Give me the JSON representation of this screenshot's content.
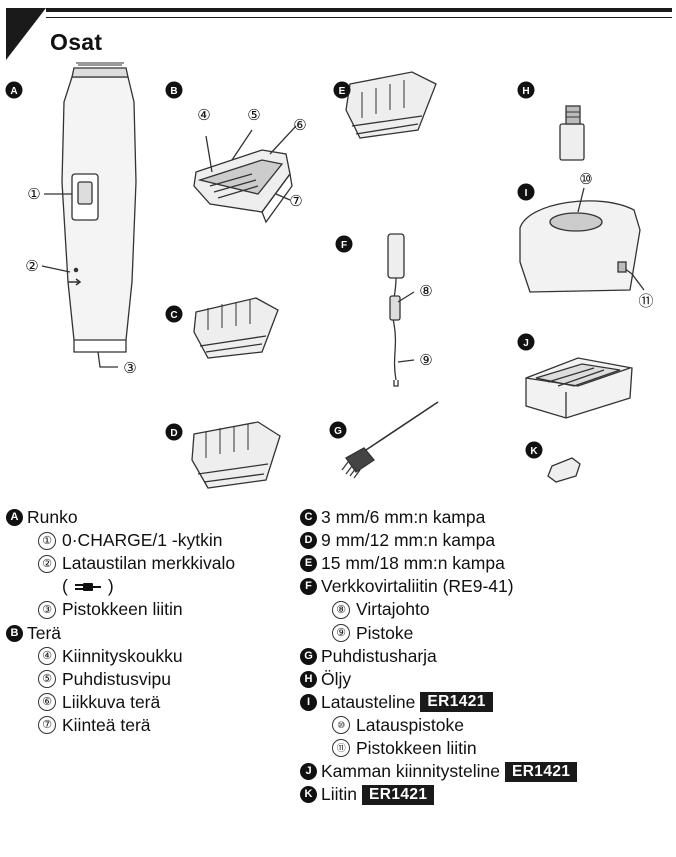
{
  "header": {
    "title": "Osat"
  },
  "diagram": {
    "badges": [
      "A",
      "B",
      "C",
      "D",
      "E",
      "F",
      "G",
      "H",
      "I",
      "J",
      "K"
    ],
    "callouts": [
      "①",
      "②",
      "③",
      "④",
      "⑤",
      "⑥",
      "⑦",
      "⑧",
      "⑨",
      "⑩",
      "⑪"
    ]
  },
  "legend": {
    "left": [
      {
        "badge": "A",
        "text": "Runko"
      },
      {
        "num": "①",
        "text": "0·CHARGE/1 -kytkin"
      },
      {
        "num": "②",
        "text": "Lataustilan merkkivalo"
      },
      {
        "paren_open": "(",
        "paren_close": ")",
        "icon": "plug-icon"
      },
      {
        "num": "③",
        "text": "Pistokkeen liitin"
      },
      {
        "badge": "B",
        "text": "Terä"
      },
      {
        "num": "④",
        "text": "Kiinnityskoukku"
      },
      {
        "num": "⑤",
        "text": "Puhdistusvipu"
      },
      {
        "num": "⑥",
        "text": "Liikkuva terä"
      },
      {
        "num": "⑦",
        "text": "Kiinteä terä"
      }
    ],
    "right": [
      {
        "badge": "C",
        "text": "3 mm/6 mm:n kampa"
      },
      {
        "badge": "D",
        "text": "9 mm/12 mm:n kampa"
      },
      {
        "badge": "E",
        "text": "15 mm/18 mm:n kampa"
      },
      {
        "badge": "F",
        "text": "Verkkovirtaliitin (RE9-41)"
      },
      {
        "num": "⑧",
        "text": "Virtajohto"
      },
      {
        "num": "⑨",
        "text": "Pistoke"
      },
      {
        "badge": "G",
        "text": "Puhdistusharja"
      },
      {
        "badge": "H",
        "text": "Öljy"
      },
      {
        "badge": "I",
        "text": "Latausteline",
        "tag": "ER1421"
      },
      {
        "num": "⑩",
        "text": "Latauspistoke"
      },
      {
        "num": "⑪",
        "text": "Pistokkeen liitin"
      },
      {
        "badge": "J",
        "text": "Kamman kiinnitysteline",
        "tag": "ER1421"
      },
      {
        "badge": "K",
        "text": "Liitin",
        "tag": "ER1421"
      }
    ]
  }
}
